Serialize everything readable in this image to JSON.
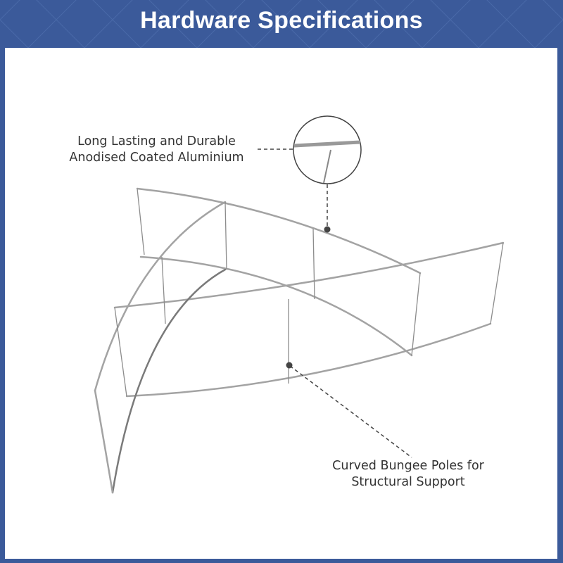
{
  "header": {
    "title": "Hardware Specifications"
  },
  "callouts": [
    {
      "line1": "Long Lasting and Durable",
      "line2": "Anodised Coated Aluminium"
    },
    {
      "line1": "Curved Bungee Poles for",
      "line2": "Structural Support"
    }
  ],
  "colors": {
    "banner": "#3b5a9a",
    "text": "#333333",
    "frame": "#9a9a9a"
  }
}
